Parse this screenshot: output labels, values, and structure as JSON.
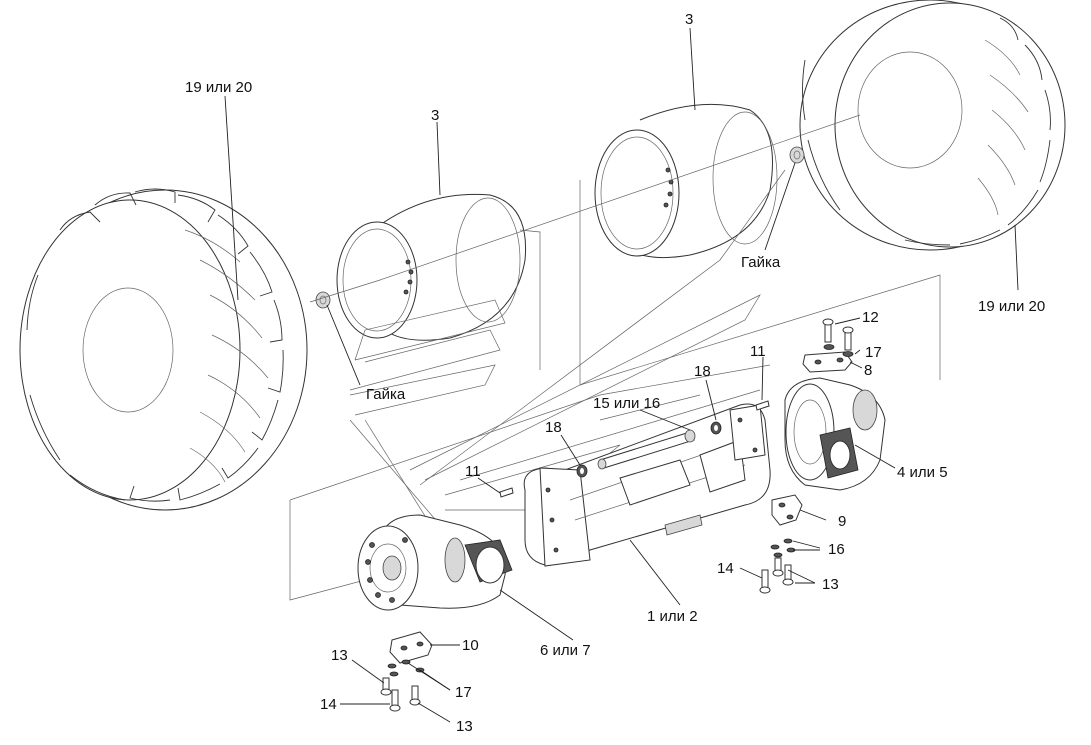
{
  "callouts": {
    "tire_left": "19 или 20",
    "tire_right": "19 или 20",
    "rim_left": "3",
    "rim_right": "3",
    "nut_left": "Гайка",
    "nut_right": "Гайка",
    "housing": "1 или 2",
    "final_drive_right": "4 или 5",
    "final_drive_left": "6 или 7",
    "bracket_right": "9",
    "bracket_left": "10",
    "pin_left": "11",
    "pin_right": "11",
    "bolt_top": "12",
    "bolt_left_upper": "13",
    "bolt_left_lower": "13",
    "bolt_right": "13",
    "bolt_long_left": "14",
    "bolt_long_right": "14",
    "shaft": "15 или 16",
    "washers_right": "16",
    "washers_left": "17",
    "washers_top": "17",
    "cover_top": "8",
    "seal_left": "18",
    "seal_right": "18"
  }
}
